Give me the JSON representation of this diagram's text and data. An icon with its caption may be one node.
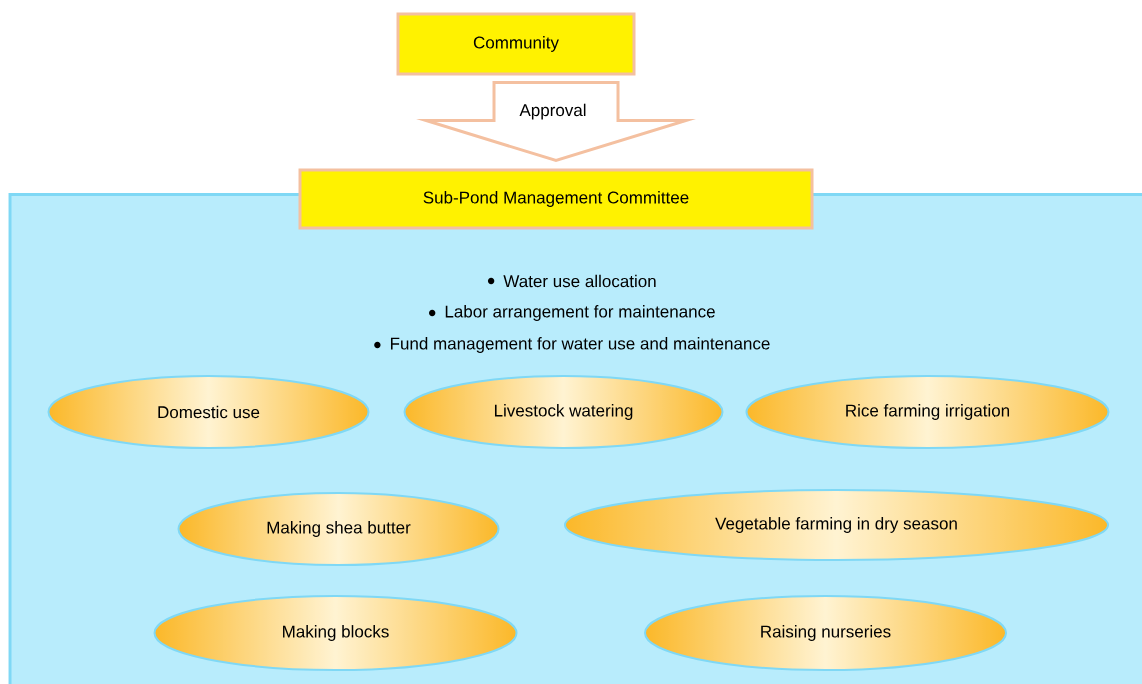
{
  "diagram": {
    "nodes": [
      {
        "text": [
          "Community"
        ]
      },
      {
        "text": [
          "Sub-Pond Management Committee"
        ]
      },
      {
        "text": [
          "Water use allocation",
          "Labor arrangement for maintenance",
          "Fund management for water use and maintenance"
        ]
      },
      {
        "text": [
          "Domestic use"
        ],
        "in": 2
      },
      {
        "text": [
          "Livestock watering"
        ],
        "in": 2
      },
      {
        "text": [
          "Rice farming irrigation"
        ],
        "in": 2
      },
      {
        "text": [
          "Making shea butter"
        ],
        "in": 2
      },
      {
        "text": [
          "Vegetable farming in dry season"
        ],
        "in": 2
      },
      {
        "text": [
          "Making blocks"
        ],
        "in": 2
      },
      {
        "text": [
          "Raising nurseries"
        ],
        "in": 2
      }
    ],
    "edges": [
      {
        "from": 0,
        "to": 1,
        "arrow": "to",
        "label": "Approval"
      }
    ]
  }
}
